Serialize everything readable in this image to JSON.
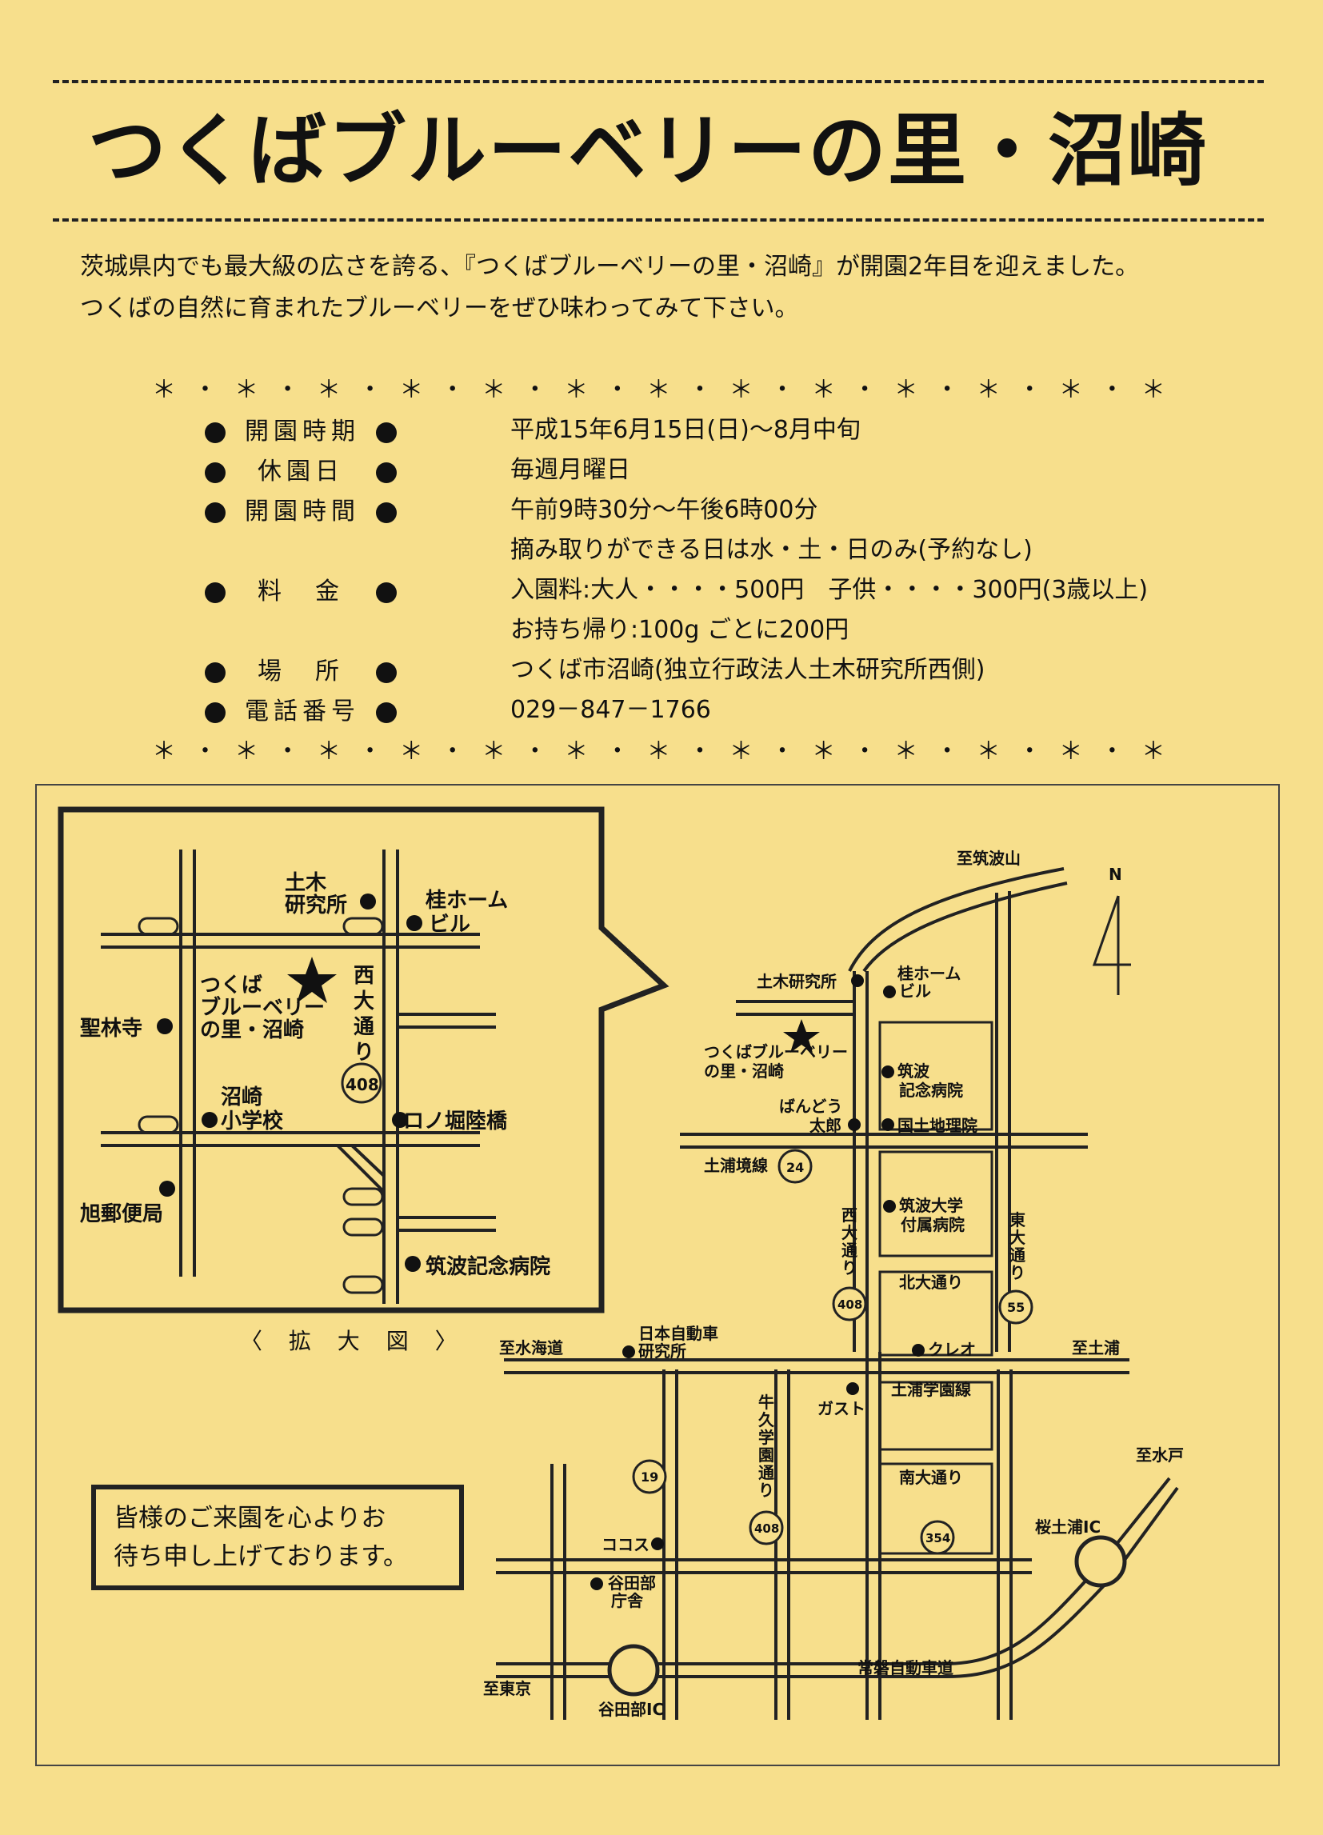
{
  "title": "つくばブルーベリーの里・沼崎",
  "intro": {
    "line1": "茨城県内でも最大級の広さを誇る、『つくばブルーベリーの里・沼崎』が開園2年目を迎えました。",
    "line2": "つくばの自然に育まれたブルーベリーをぜひ味わってみて下さい。"
  },
  "star_rule": "＊ ・ ＊ ・ ＊ ・ ＊ ・ ＊ ・ ＊ ・ ＊ ・ ＊ ・ ＊ ・ ＊ ・ ＊ ・ ＊ ・ ＊ ・ ＊ ・ ＊ ・ ＊ ・ ＊ ・ ＊ ・ ＊ ・ ＊ ・ ＊ ・ ＊",
  "info": [
    {
      "label": "開園時期",
      "values": [
        "平成15年6月15日(日)～8月中旬"
      ]
    },
    {
      "label": "休園日",
      "values": [
        "毎週月曜日"
      ]
    },
    {
      "label": "開園時間",
      "values": [
        "午前9時30分～午後6時00分",
        "摘み取りができる日は水・土・日のみ(予約なし)"
      ]
    },
    {
      "label": "料　金",
      "values": [
        "入園料:大人・・・・500円　子供・・・・300円(3歳以上)",
        "お持ち帰り:100g ごとに200円"
      ]
    },
    {
      "label": "場　所",
      "values": [
        "つくば市沼崎(独立行政法人土木研究所西側)"
      ]
    },
    {
      "label": "電話番号",
      "values": [
        "029－847－1766"
      ]
    }
  ],
  "inset_map": {
    "caption": "〈 拡 大 図 〉",
    "labels": {
      "doboku_1": "土木",
      "doboku_2": "研究所",
      "katsura_1": "桂ホーム",
      "katsura_2": "ビル",
      "farm_1": "つくば",
      "farm_2": "ブルーベリー",
      "farm_3": "の里・沼崎",
      "nishi_1": "西",
      "nishi_2": "大",
      "nishi_3": "通",
      "nishi_4": "り",
      "route": "408",
      "shorinji": "聖林寺",
      "school_1": "沼崎",
      "school_2": "小学校",
      "bridge": "ロノ堀陸橋",
      "post": "旭郵便局",
      "hospital": "筑波記念病院"
    }
  },
  "main_map": {
    "labels": {
      "to_tsukubasan": "至筑波山",
      "north": "N",
      "doboku": "土木研究所",
      "katsura_1": "桂ホーム",
      "katsura_2": "ビル",
      "farm_1": "つくばブルーベリー",
      "farm_2": "の里・沼崎",
      "kinen_1": "筑波",
      "kinen_2": "記念病院",
      "bando_1": "ばんどう",
      "bando_2": "太郎",
      "kokudo": "国土地理院",
      "tsuchiura_kyosen": "土浦境線",
      "r24": "24",
      "univ_1": "筑波大学",
      "univ_2": "付属病院",
      "nishi_v_1": "西",
      "nishi_v_2": "大",
      "nishi_v_3": "通",
      "nishi_v_4": "り",
      "r408a": "408",
      "higashi_1": "東",
      "higashi_2": "大",
      "higashi_3": "通",
      "higashi_4": "り",
      "r55": "55",
      "kita": "北大通り",
      "to_mito_kaido": "至水海道",
      "jari_1": "日本自動車",
      "jari_2": "研究所",
      "creo": "クレオ",
      "to_tsuchiura": "至土浦",
      "gusto": "ガスト",
      "gakuen_line": "土浦学園線",
      "ushiku_1": "牛",
      "ushiku_2": "久",
      "ushiku_3": "学",
      "ushiku_4": "園",
      "ushiku_5": "通",
      "ushiku_6": "り",
      "r408b": "408",
      "r19": "19",
      "minami": "南大通り",
      "to_mito": "至水戸",
      "sakura_ic": "桜土浦IC",
      "r354": "354",
      "cocos": "ココス",
      "yatabe_1": "谷田部",
      "yatabe_2": "庁舎",
      "joban": "常磐自動車道",
      "to_tokyo": "至東京",
      "yatabe_ic": "谷田部IC"
    }
  },
  "message": {
    "line1": "皆様のご来園を心よりお",
    "line2": "待ち申し上げております。"
  }
}
